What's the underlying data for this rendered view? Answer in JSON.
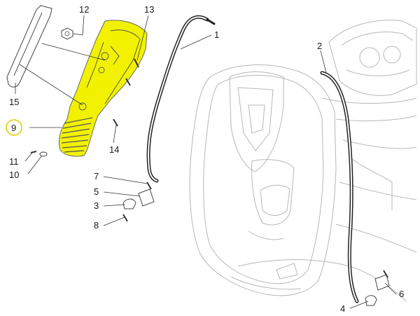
{
  "diagram": {
    "highlight_color": "#f2f200",
    "selected_ring_color": "#e0d000",
    "line_color": "#333333",
    "selected_callout": "9",
    "callouts": [
      "1",
      "2",
      "3",
      "4",
      "5",
      "6",
      "7",
      "8",
      "9",
      "10",
      "11",
      "12",
      "13",
      "14",
      "15"
    ]
  }
}
